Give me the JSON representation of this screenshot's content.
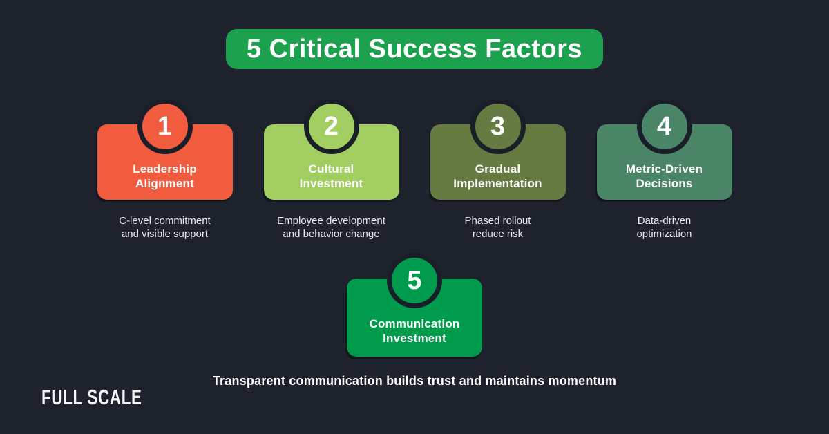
{
  "colors": {
    "bg": "#1E222D",
    "title-green": "#1CA24F",
    "ring": "#1A1E28",
    "white": "#FFFFFF",
    "text-light": "#E9EAEC"
  },
  "header": {
    "title": "5 Critical Success Factors"
  },
  "factors": [
    {
      "number": "1",
      "title_line1": "Leadership",
      "title_line2": "Alignment",
      "desc_line1": "C-level commitment",
      "desc_line2": "and visible support",
      "color": "#F15B3E"
    },
    {
      "number": "2",
      "title_line1": "Cultural",
      "title_line2": "Investment",
      "desc_line1": "Employee development",
      "desc_line2": "and behavior change",
      "color": "#A2CD60"
    },
    {
      "number": "3",
      "title_line1": "Gradual",
      "title_line2": "Implementation",
      "desc_line1": "Phased rollout",
      "desc_line2": "reduce risk",
      "color": "#657B41"
    },
    {
      "number": "4",
      "title_line1": "Metric-Driven",
      "title_line2": "Decisions",
      "desc_line1": "Data-driven",
      "desc_line2": "optimization",
      "color": "#4A8568"
    },
    {
      "number": "5",
      "title_line1": "Communication",
      "title_line2": "Investment",
      "desc_line1": "",
      "desc_line2": "",
      "color": "#009B4C"
    }
  ],
  "footer": {
    "highlight": "Transparent communication builds trust and maintains momentum",
    "logo": "FULL SCALE"
  }
}
